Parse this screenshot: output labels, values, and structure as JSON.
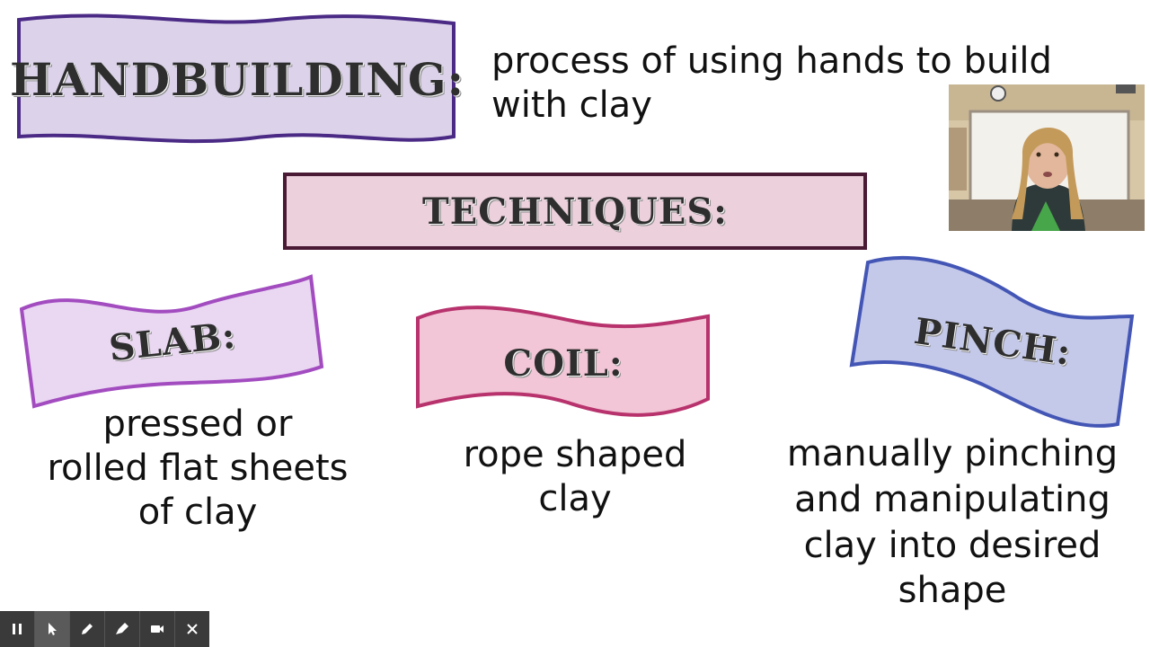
{
  "slide": {
    "main_banner": {
      "label": "HANDBUILDING:",
      "fill": "#dcd3ea",
      "stroke": "#4a2a85"
    },
    "definition": {
      "line1": "process of using hands to build",
      "line2": "with clay"
    },
    "techniques_banner": {
      "label": "TECHNIQUES:",
      "fill": "#ecd0dc",
      "stroke": "#4a1a35"
    },
    "slab": {
      "label": "SLAB:",
      "fill": "#ead7f2",
      "stroke": "#a24cc0",
      "desc": [
        "pressed or",
        "rolled flat sheets",
        "of clay"
      ]
    },
    "coil": {
      "label": "COIL:",
      "fill": "#f2c6d6",
      "stroke": "#b8336d",
      "desc": [
        "rope shaped",
        "clay"
      ]
    },
    "pinch": {
      "label": "PINCH:",
      "fill": "#c4c9ea",
      "stroke": "#4456b5",
      "desc": [
        "manually pinching",
        "and manipulating",
        "clay into desired",
        "shape"
      ]
    }
  },
  "toolbar": {
    "buttons": [
      {
        "icon": "pause-icon"
      },
      {
        "icon": "pointer-icon"
      },
      {
        "icon": "pen-icon"
      },
      {
        "icon": "highlighter-icon"
      },
      {
        "icon": "camera-icon"
      },
      {
        "icon": "close-icon"
      }
    ]
  }
}
